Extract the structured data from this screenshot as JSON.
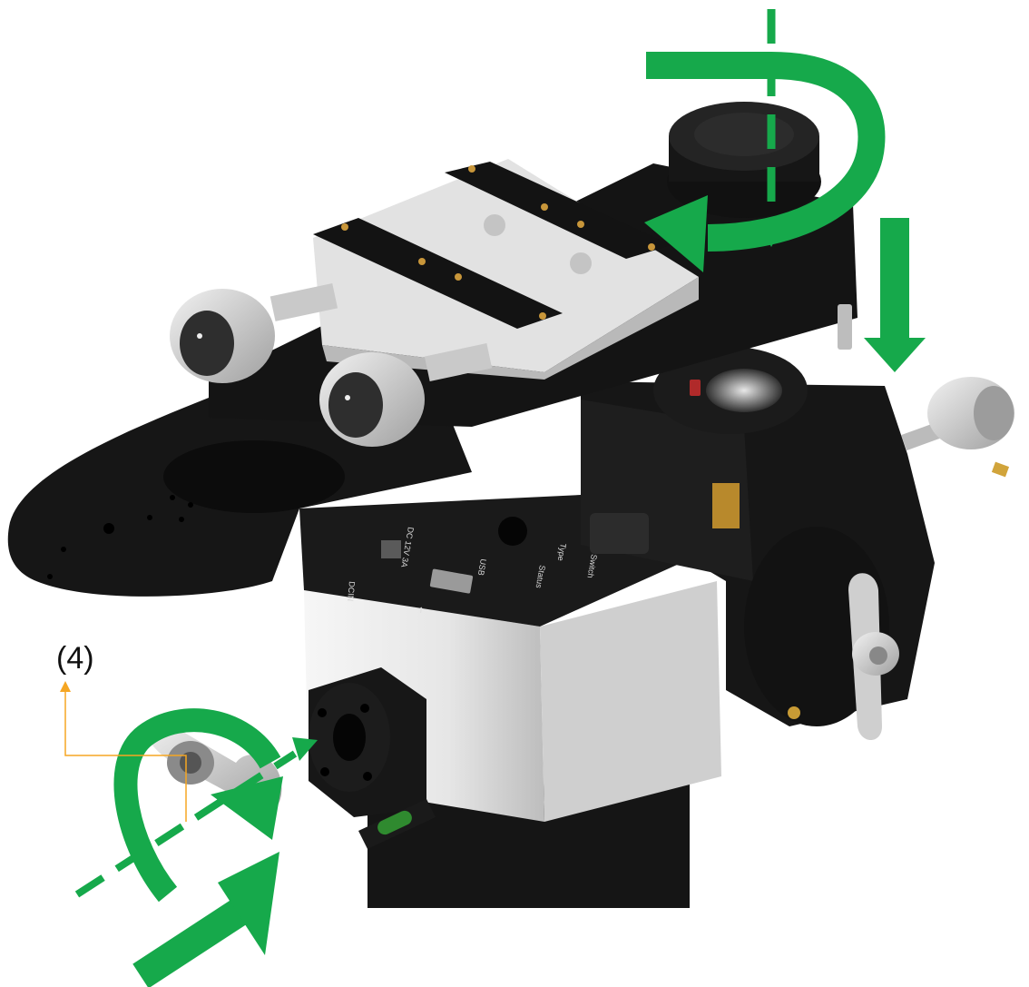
{
  "callout": {
    "label": "(4)"
  },
  "panel": {
    "dcin": "DCIN",
    "usb": "USB",
    "power": "DC 12V 3A",
    "type": "Type",
    "status": "Status",
    "switch": "Switch"
  },
  "colors": {
    "arrow": "#16a94b",
    "leader": "#f5a623",
    "body_black": "#141414",
    "housing_white": "#eeeeee",
    "knob_grey": "#d4d4d4",
    "brass": "#b8892c"
  }
}
